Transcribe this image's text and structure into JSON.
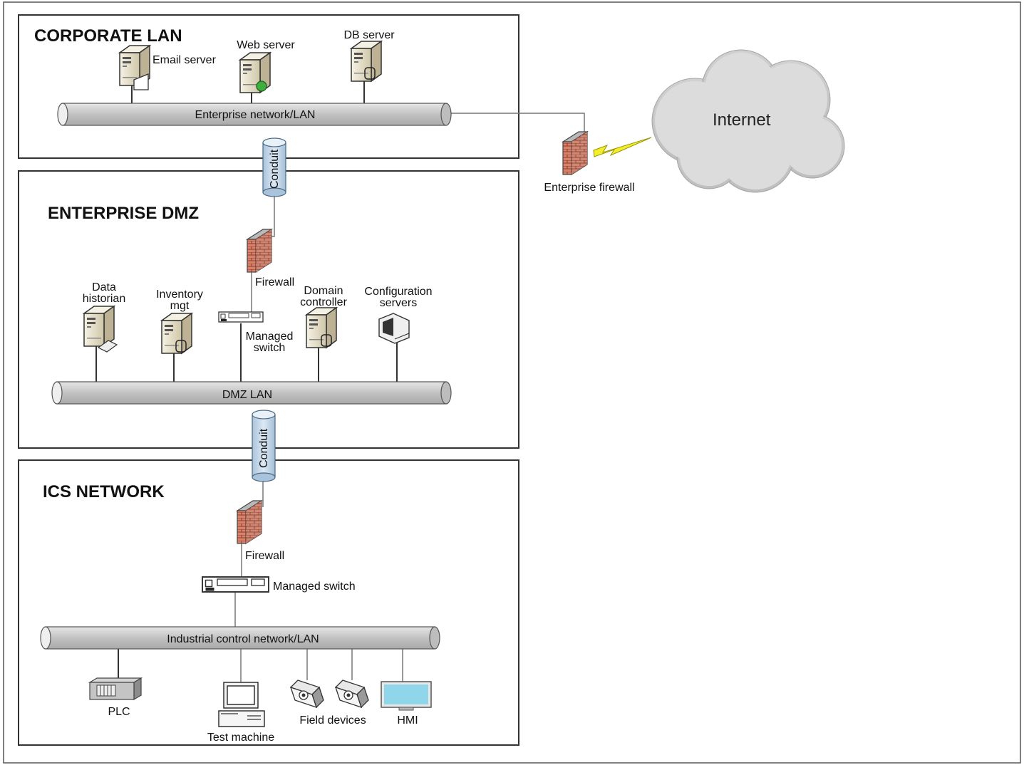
{
  "zones": {
    "corporate": {
      "title": "CORPORATE LAN"
    },
    "dmz": {
      "title": "ENTERPRISE DMZ"
    },
    "ics": {
      "title": "ICS NETWORK"
    }
  },
  "corporate": {
    "email_server": "Email server",
    "web_server": "Web server",
    "db_server": "DB server",
    "lan_label": "Enterprise network/LAN"
  },
  "conduit_label": "Conduit",
  "internet": {
    "cloud_label": "Internet",
    "firewall_label": "Enterprise firewall"
  },
  "dmz": {
    "firewall_label": "Firewall",
    "switch_label_line1": "Managed",
    "switch_label_line2": "switch",
    "data_historian_line1": "Data",
    "data_historian_line2": "historian",
    "inventory_line1": "Inventory",
    "inventory_line2": "mgt",
    "domain_line1": "Domain",
    "domain_line2": "controller",
    "config_line1": "Configuration",
    "config_line2": "servers",
    "lan_label": "DMZ LAN"
  },
  "ics": {
    "firewall_label": "Firewall",
    "switch_label": "Managed switch",
    "lan_label": "Industrial control network/LAN",
    "plc": "PLC",
    "test_machine": "Test machine",
    "field_devices": "Field devices",
    "hmi": "HMI"
  },
  "colors": {
    "pipe": "#c8c8c8",
    "conduit": "#c9dcec",
    "firewall_brick": "#d8826c",
    "server_body": "#e9e3cf",
    "lightning": "#f3ee2b",
    "cloud": "#d9d9d9",
    "hmi_screen": "#8fd6ea",
    "status_dot": "#3fae3f"
  }
}
